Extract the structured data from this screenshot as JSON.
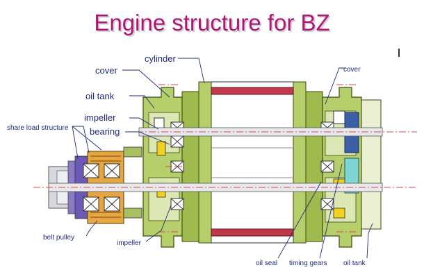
{
  "title": "Engine structure for BZ",
  "labels": {
    "cylinder": "cylinder",
    "cover_left": "cover",
    "oil_tank_left": "oil tank",
    "impeller_top": "impeller",
    "bearing": "bearing",
    "share_load": "share load structure",
    "belt_pulley": "belt pulley",
    "impeller_bottom": "impeller",
    "cover_right": "cover",
    "oil_seal": "oil seal",
    "timing_gears": "timing gears",
    "oil_tank_right": "oil tank"
  },
  "colors": {
    "title": "#b0176e",
    "label": "#1f2a7a",
    "housing": "#b6cf6a",
    "housing_dark": "#8aa53c",
    "cylinder_wall": "#c0394b",
    "cylinder_fill": "#f7e8ec",
    "shaft": "#e6e8ec",
    "centerline": "#d94a4a",
    "pulley": "#e7a640",
    "gear_blue": "#3d5fa8",
    "gear_cyan": "#7fd4d4",
    "purple": "#8b7bc7"
  }
}
